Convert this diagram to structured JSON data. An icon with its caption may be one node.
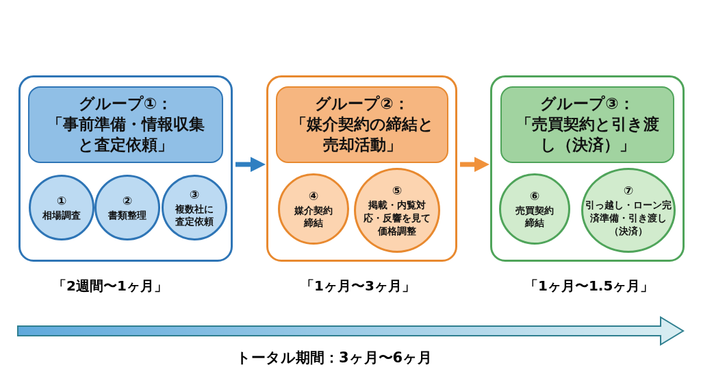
{
  "diagram": {
    "nodes": [
      {
        "text": [],
        "shape": "box",
        "beside": [
          "「2週間〜1ヶ月」"
        ]
      },
      {
        "text": [
          "グループ①：",
          "「事前準備・情報収集と査定依頼」"
        ],
        "in": 0
      },
      {
        "text": [
          "①",
          "相場調査"
        ],
        "in": 0
      },
      {
        "text": [
          "②",
          "書類整理"
        ],
        "in": 0
      },
      {
        "text": [
          "③",
          "複数社に査定依頼"
        ],
        "in": 0
      },
      {
        "text": [],
        "shape": "box",
        "beside": [
          "「1ヶ月〜3ヶ月」"
        ]
      },
      {
        "text": [
          "グループ②：",
          "「媒介契約の締結と売却活動」"
        ],
        "in": 5
      },
      {
        "text": [
          "④",
          "媒介契約締結"
        ],
        "in": 5
      },
      {
        "text": [
          "⑤",
          "掲載・内覧対応・反響を見て価格調整"
        ],
        "in": 5
      },
      {
        "text": [],
        "shape": "box",
        "beside": [
          "「1ヶ月〜1.5ヶ月」"
        ]
      },
      {
        "text": [
          "グループ③：",
          "「売買契約と引き渡し（決済）」"
        ],
        "in": 9
      },
      {
        "text": [
          "⑥",
          "売買契約締結"
        ],
        "in": 9
      },
      {
        "text": [
          "⑦",
          "引っ越し・ローン完済準備・引き渡し（決済）"
        ],
        "in": 9
      }
    ],
    "edges": [
      {
        "from": 0,
        "to": 5,
        "arrow": "to",
        "color": "#2f7fc1"
      },
      {
        "from": 5,
        "to": 9,
        "arrow": "to",
        "color": "#f0913a"
      }
    ],
    "labels": [
      "トータル期間：3ヶ月〜6ヶ月"
    ]
  }
}
